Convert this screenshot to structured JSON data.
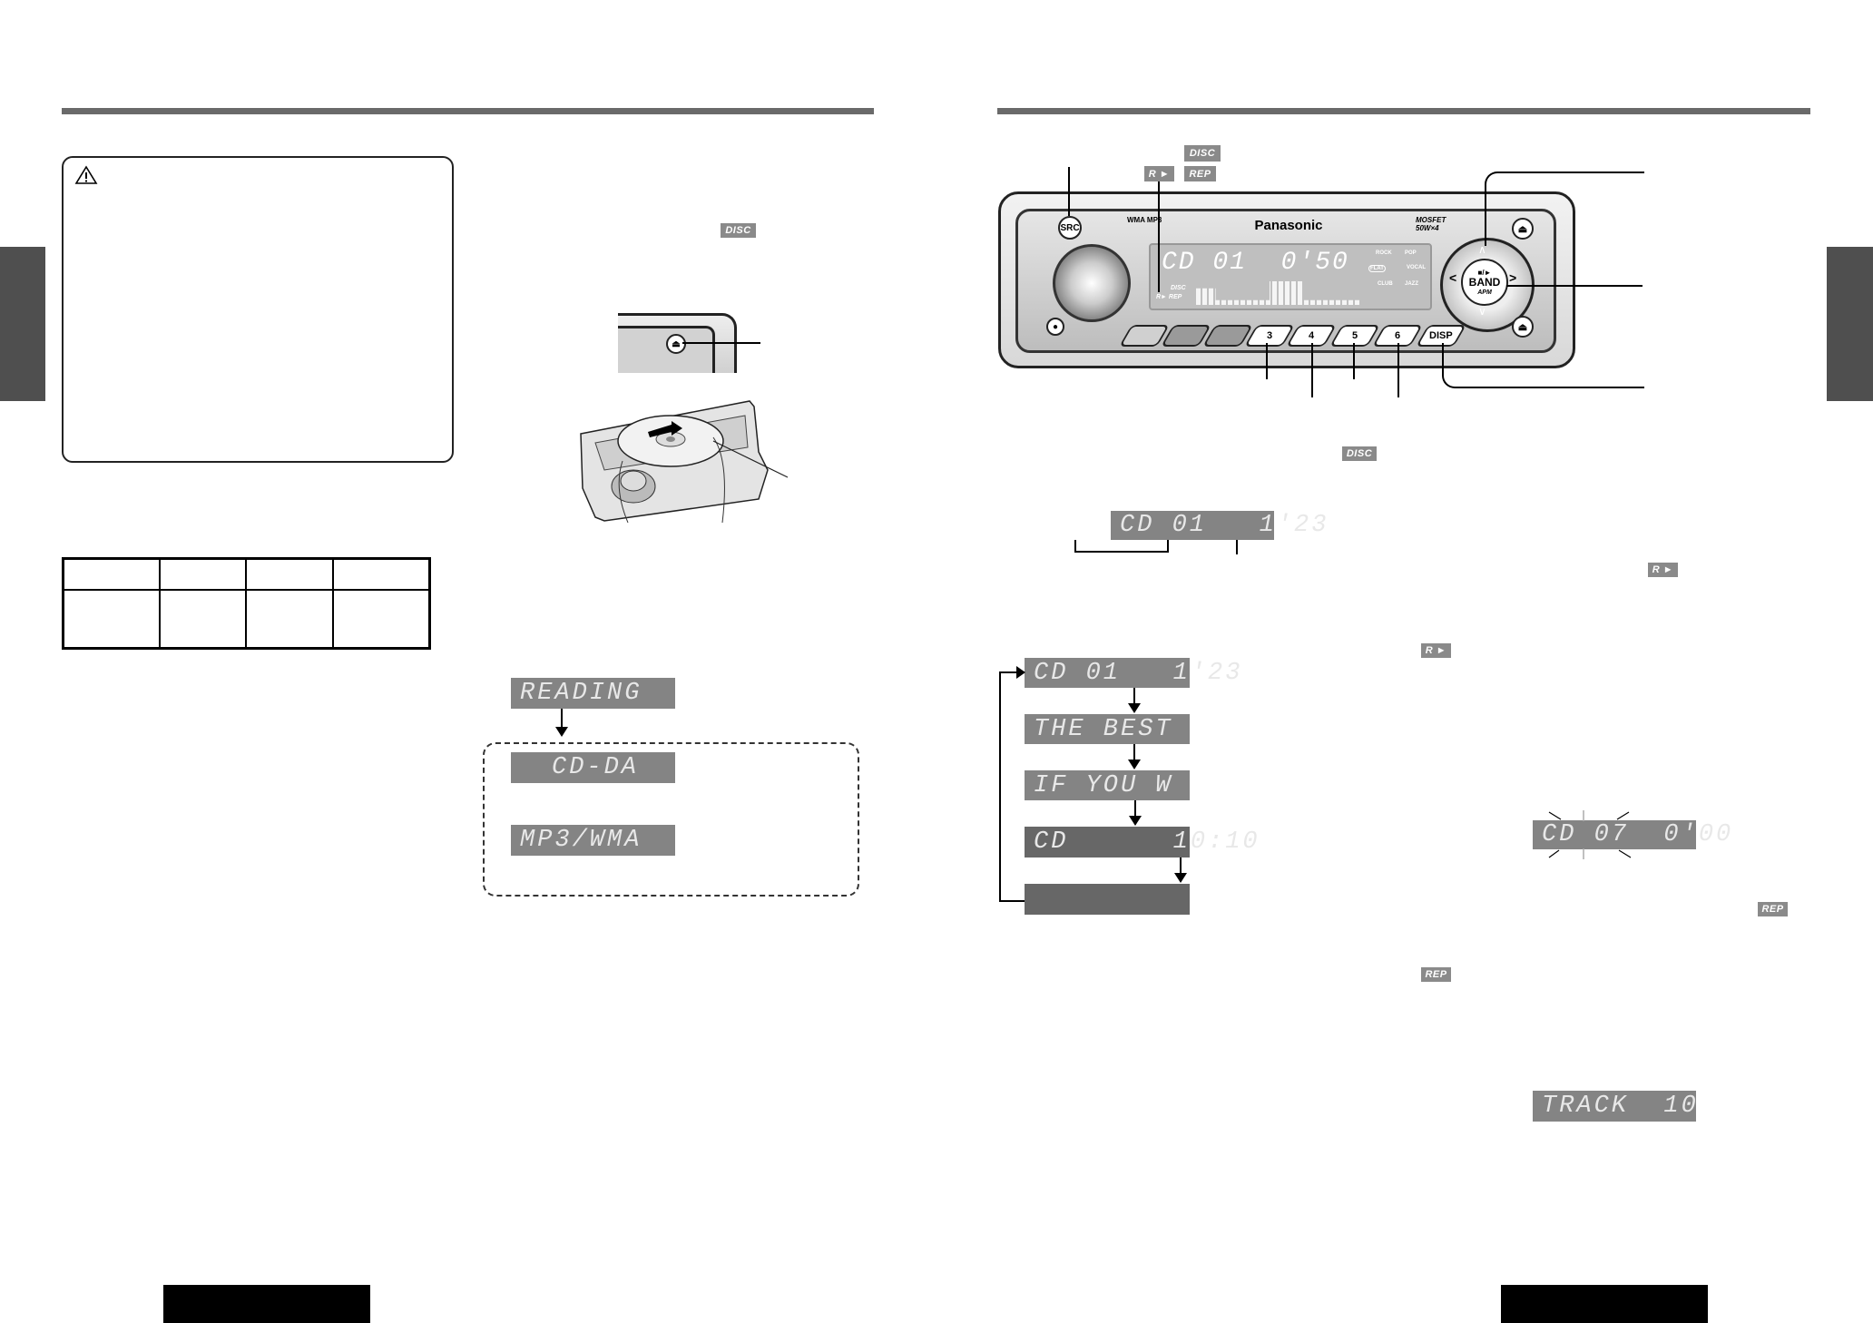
{
  "badges": {
    "disc": "DISC",
    "random": "R ►",
    "repeat": "REP"
  },
  "left_page": {
    "caution_icon": "warning-triangle-icon",
    "reading_display": "READING",
    "cdda_display": "CD-DA",
    "mp3wma_display": "MP3/WMA"
  },
  "radio": {
    "brand": "Panasonic",
    "power_label": "MOSFET 50W×4",
    "format_logo": "WMA MP3",
    "src_label": "SRC",
    "lcd_text": "CD 01  0'50",
    "lcd_eq": [
      "ROCK",
      "POP",
      "FLAT",
      "VOCAL",
      "CLUB",
      "JAZZ"
    ],
    "lcd_disc": "DISC",
    "lcd_modes": "R► REP",
    "presets": [
      "",
      "",
      "",
      "3",
      "4",
      "5",
      "6"
    ],
    "disp_label": "DISP",
    "band_label": "BAND",
    "apm_label": "APM",
    "play_pause_label": "■/►"
  },
  "right_page": {
    "track_display": "CD 01   1'23",
    "flow_displays": [
      "CD 01   1'23",
      "THE BEST",
      "IF YOU W",
      "CD      10:10",
      ""
    ],
    "flash_display": "CD 07  0'00",
    "track_number_display": "TRACK  10"
  }
}
